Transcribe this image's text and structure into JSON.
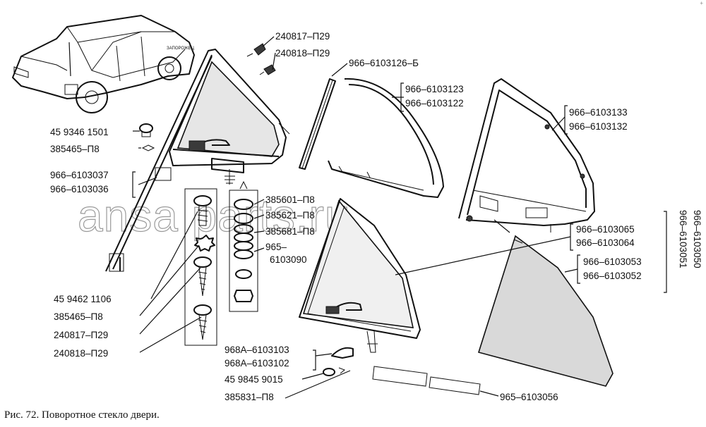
{
  "caption": "Рис. 72. Поворотное стекло двери.",
  "watermark": "ansa parts.ru",
  "corner_mark": "+",
  "labels": {
    "l_240817_top": "240817–П29",
    "l_240818_top": "240818–П29",
    "l_6103126": "966–6103126–Б",
    "l_6103123": "966–6103123",
    "l_6103122": "966–6103122",
    "l_6103133": "966–6103133",
    "l_6103132": "966–6103132",
    "l_459346": "45 9346 1501",
    "l_385465_a": "385465–П8",
    "l_6103037": "966–6103037",
    "l_6103036": "966–6103036",
    "l_385601": "385601–П8",
    "l_385621": "385621–П8",
    "l_385681": "385681–П8",
    "l_965_a": "965–",
    "l_6103090": "6103090",
    "l_6103065": "966–6103065",
    "l_6103064": "966–6103064",
    "l_6103051": "966–6103051",
    "l_6103050": "966–6103050",
    "l_6103053": "966–6103053",
    "l_6103052": "966–6103052",
    "l_459462": "45 9462 1106",
    "l_385465_b": "385465–П8",
    "l_240817_b": "240817–П29",
    "l_240818_b": "240818–П29",
    "l_6103103": "968А–6103103",
    "l_6103102": "968А–6103102",
    "l_459845": "45 9845 9015",
    "l_385831": "385831–П8",
    "l_6103056": "965–6103056"
  },
  "colors": {
    "ink": "#111111",
    "glass": "#d9d9d9",
    "watermark": "#9a9a9a"
  }
}
